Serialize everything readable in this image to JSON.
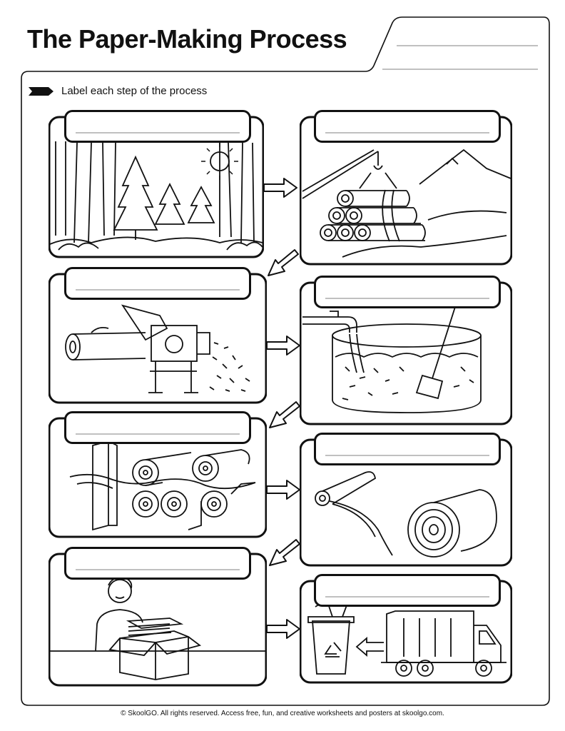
{
  "worksheet": {
    "title": "The Paper-Making Process",
    "instruction": "Label each step of the process",
    "footer": "© SkoolGO. All rights reserved. Access free, fun, and creative worksheets and posters at skoolgo.com."
  },
  "steps": [
    {
      "illustration": "forest"
    },
    {
      "illustration": "logs-crane"
    },
    {
      "illustration": "wood-chipper"
    },
    {
      "illustration": "pulp-vat"
    },
    {
      "illustration": "pressing-rollers"
    },
    {
      "illustration": "paper-roll"
    },
    {
      "illustration": "packing-box"
    },
    {
      "illustration": "recycling-truck"
    }
  ],
  "colors": {
    "ink": "#111111",
    "paper": "#ffffff",
    "line": "#9a9a9a"
  }
}
